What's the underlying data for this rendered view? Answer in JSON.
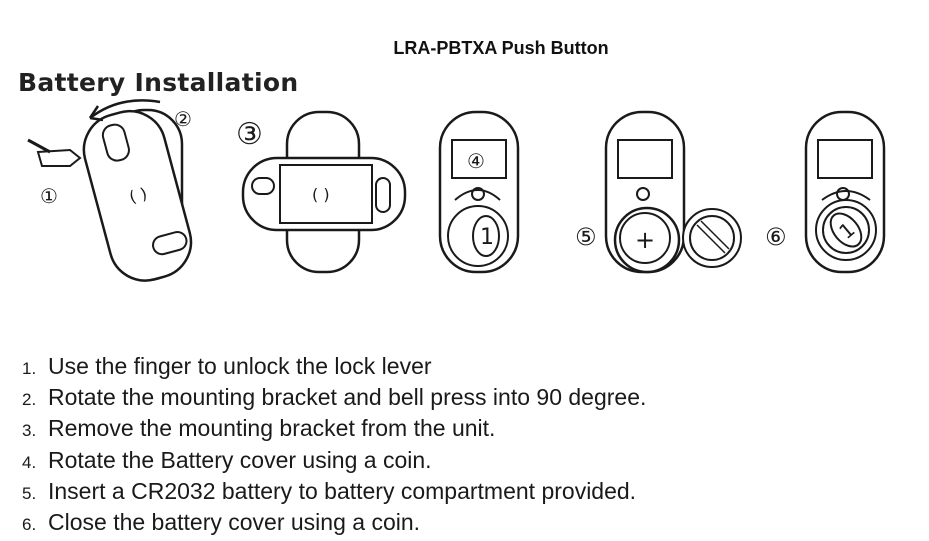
{
  "document": {
    "title": "LRA-PBTXA Push  Button",
    "section_title": "Battery Installation"
  },
  "illustration_markers": [
    "①",
    "②",
    "③",
    "④",
    "⑤",
    "⑥"
  ],
  "coin_marks": [
    "1",
    "+",
    "1"
  ],
  "steps": [
    {
      "number": "1.",
      "text": "Use the finger to unlock the lock lever"
    },
    {
      "number": "2.",
      "text": "Rotate the mounting bracket and bell press into 90 degree."
    },
    {
      "number": "3.",
      "text": "Remove the mounting bracket from the unit."
    },
    {
      "number": "4.",
      "text": "Rotate the Battery cover using a coin."
    },
    {
      "number": "5.",
      "text": "Insert a CR2032 battery to battery compartment provided."
    },
    {
      "number": "6.",
      "text": "Close the battery cover using a coin."
    }
  ]
}
